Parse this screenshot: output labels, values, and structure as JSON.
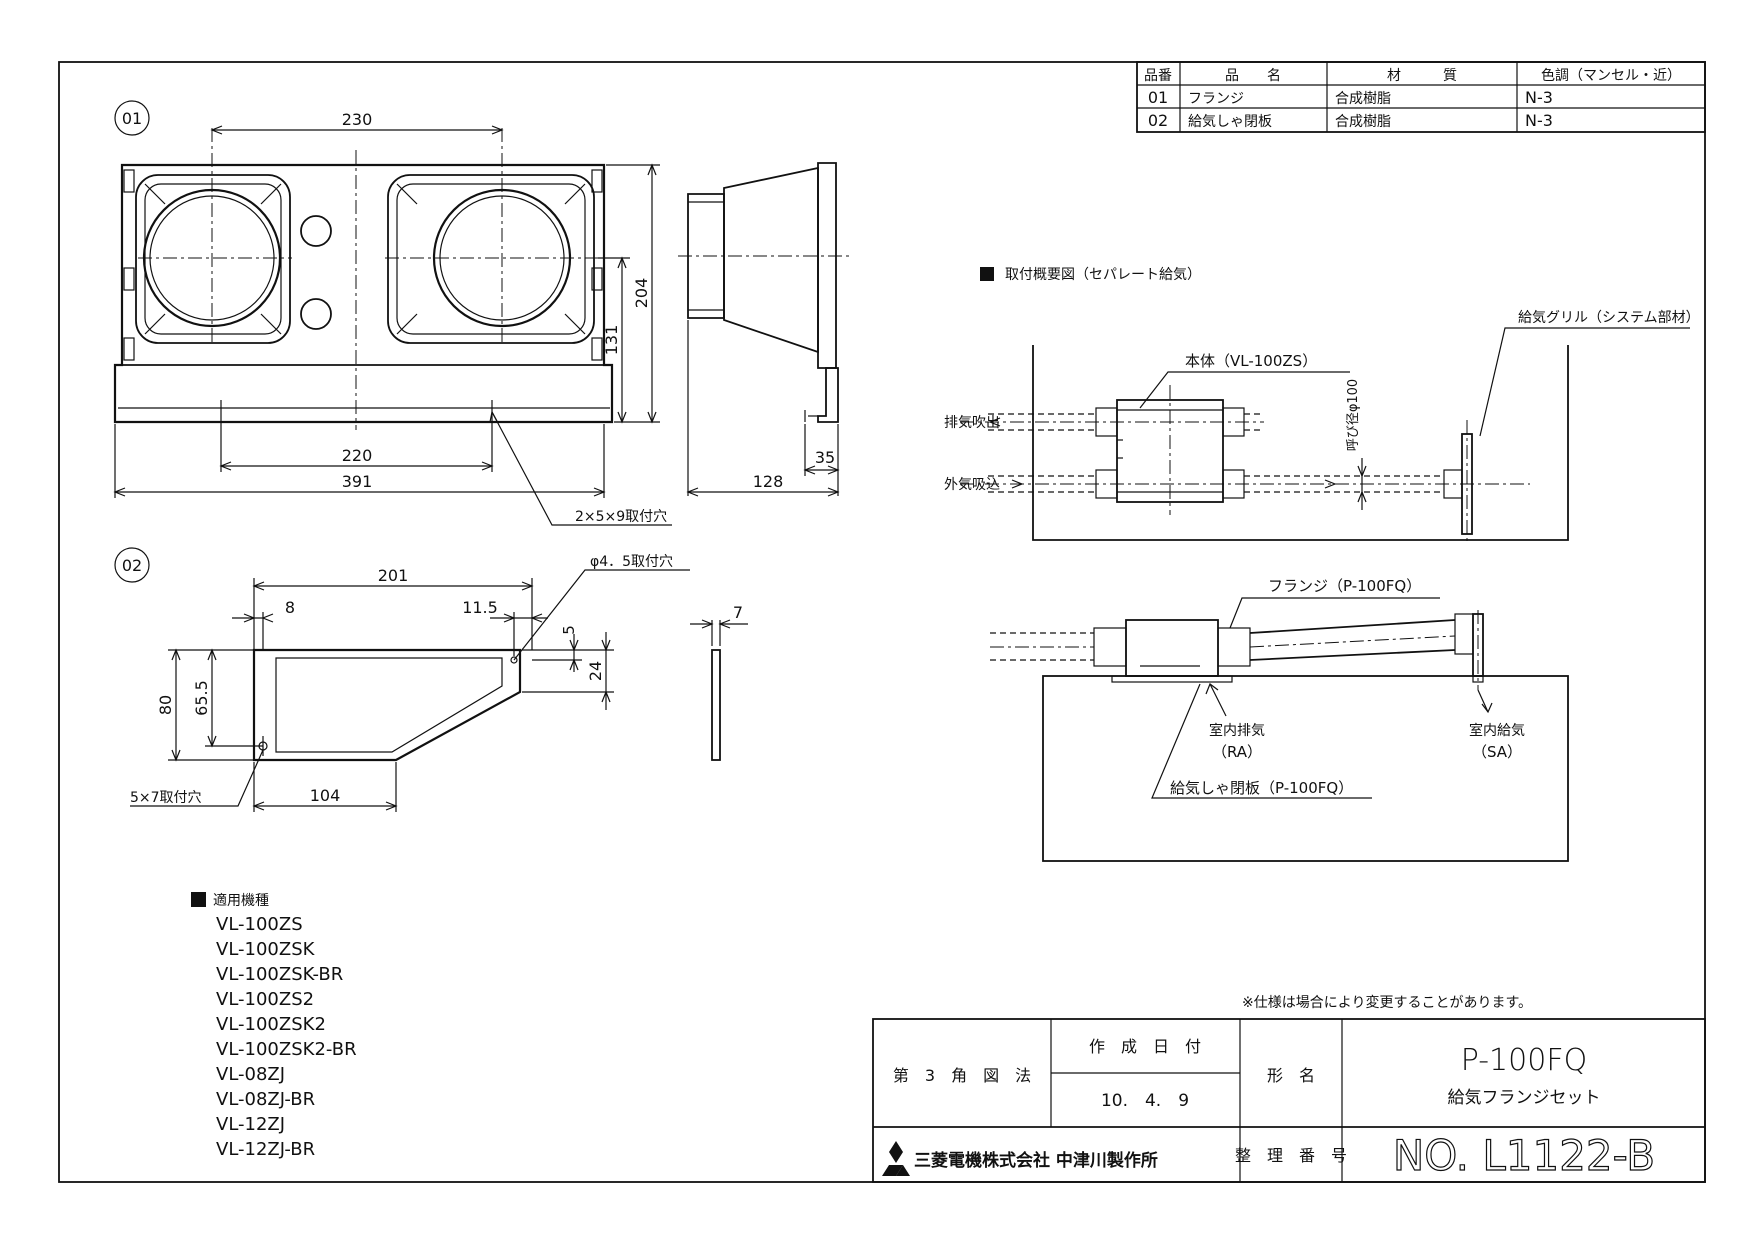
{
  "parts_table": {
    "headers": [
      "品番",
      "品　　名",
      "材　　　質",
      "色調（マンセル・近）"
    ],
    "rows": [
      {
        "no": "01",
        "name": "フランジ",
        "material": "合成樹脂",
        "color": "N-3"
      },
      {
        "no": "02",
        "name": "給気しゃ閉板",
        "material": "合成樹脂",
        "color": "N-3"
      }
    ]
  },
  "part01": {
    "label": "01",
    "dims": {
      "top_pitch": "230",
      "height": "204",
      "inner_height": "131",
      "hole_pitch": "220",
      "width": "391",
      "depth": "128",
      "side": "35"
    },
    "hole_note": "2×5×9取付穴"
  },
  "part02": {
    "label": "02",
    "dims": {
      "length": "201",
      "left_offset": "8",
      "right_offset": "11.5",
      "top_gap": "5",
      "right_height": "24",
      "height": "80",
      "hole_height": "65.5",
      "bottom_length": "104",
      "thickness": "7"
    },
    "hole_note_top": "φ4．5取付穴",
    "hole_note_bottom": "5×7取付穴"
  },
  "install_diagram": {
    "title": "取付概要図（セパレート給気）",
    "body_label": "本体（VL-100ZS）",
    "grille_label": "給気グリル（システム部材）",
    "exhaust_label": "排気吹出",
    "intake_label": "外気吸込",
    "diameter_label": "呼び径φ100",
    "flange_label": "フランジ（P-100FQ）",
    "indoor_exhaust": "室内排気",
    "indoor_exhaust_code": "（RA）",
    "indoor_supply": "室内給気",
    "indoor_supply_code": "（SA）",
    "shutter_label": "給気しゃ閉板（P-100FQ）"
  },
  "models": {
    "title": "適用機種",
    "list": [
      "VL-100ZS",
      "VL-100ZSK",
      "VL-100ZSK-BR",
      "VL-100ZS2",
      "VL-100ZSK2",
      "VL-100ZSK2-BR",
      "VL-08ZJ",
      "VL-08ZJ-BR",
      "VL-12ZJ",
      "VL-12ZJ-BR"
    ]
  },
  "note": "※仕様は場合により変更することがあります。",
  "title_block": {
    "projection": "第　3　角　図　法",
    "date_label": "作　成　日　付",
    "date": "10.　4.　9",
    "model_label": "形　名",
    "model": "P-100FQ",
    "product_name": "給気フランジセット",
    "company": "三菱電機株式会社 中津川製作所",
    "number_label": "整　理　番　号",
    "number": "NO. L1122-B"
  }
}
